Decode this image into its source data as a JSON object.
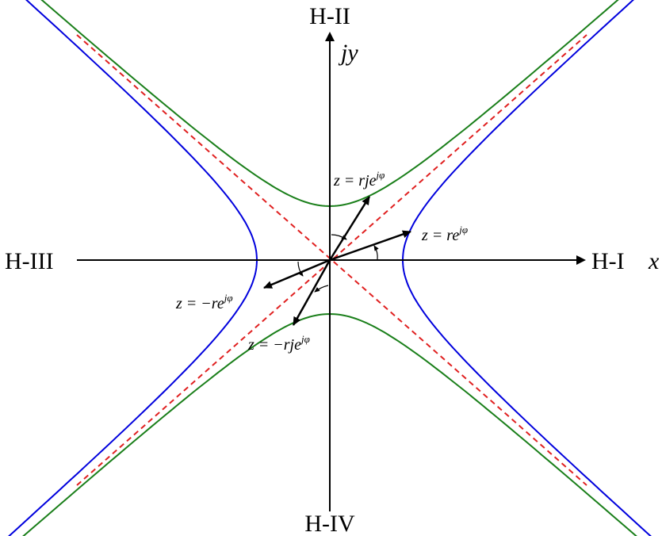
{
  "quadrants": {
    "right": "H-I",
    "top": "H-II",
    "left": "H-III",
    "bottom": "H-IV"
  },
  "axes": {
    "x_label": "x",
    "y_label": "jy"
  },
  "vectors": {
    "right": {
      "prefix": "z = re",
      "exp": "jφ"
    },
    "top": {
      "prefix": "z = rje",
      "exp": "jφ"
    },
    "left": {
      "prefix": "z = −re",
      "exp": "jφ"
    },
    "bottom": {
      "prefix": "z = −rje",
      "exp": "jφ"
    }
  },
  "colors": {
    "hyperbola_horizontal": "#0000dd",
    "hyperbola_vertical": "#1a7f1a",
    "asymptote": "#e02020",
    "axes": "#000000"
  }
}
